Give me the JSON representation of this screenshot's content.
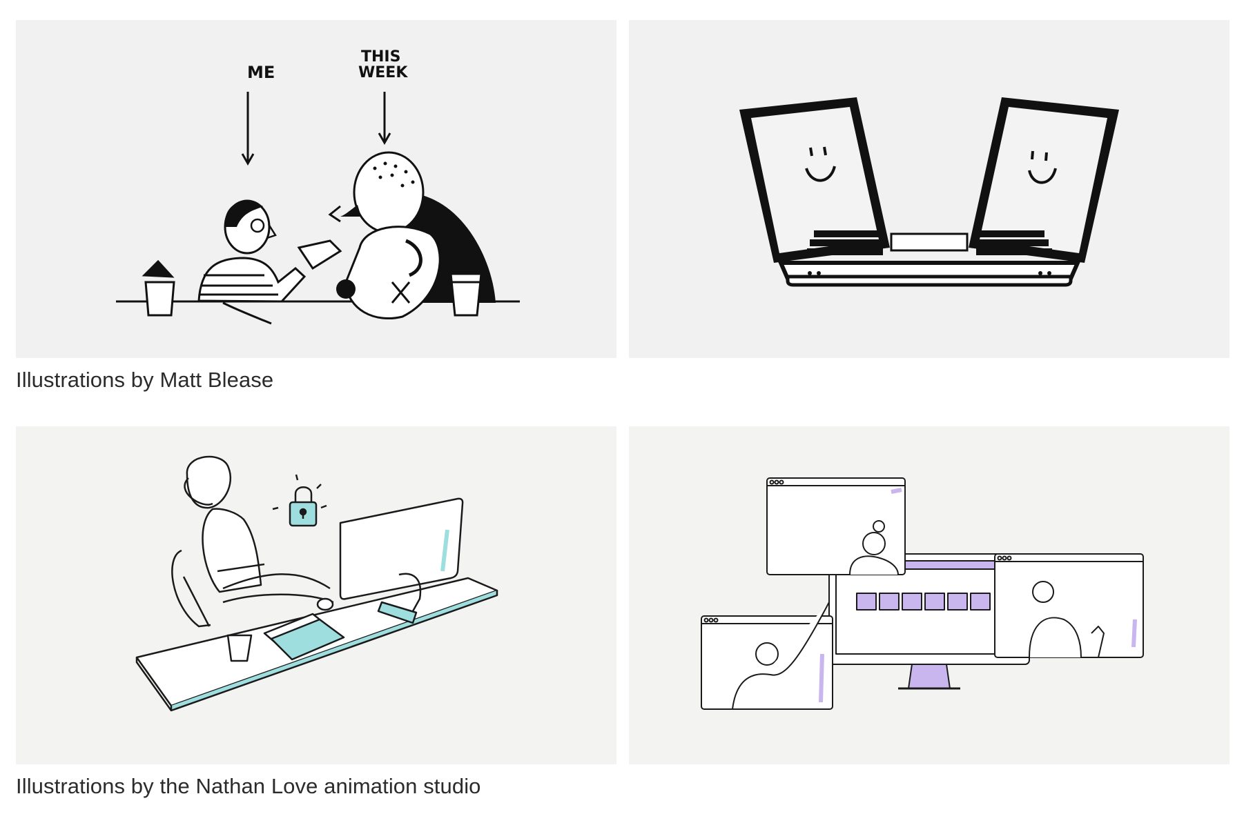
{
  "illustration_1": {
    "label_me": "ME",
    "label_this": "THIS",
    "label_week": "WEEK"
  },
  "captions": {
    "first": "Illustrations by Matt Blease",
    "second": "Illustrations by the Nathan Love animation studio"
  },
  "colors": {
    "panel_bg": "#f1f1f1",
    "ink": "#111111",
    "teal_accent": "#9fdede",
    "purple_accent": "#c9b6ef"
  }
}
